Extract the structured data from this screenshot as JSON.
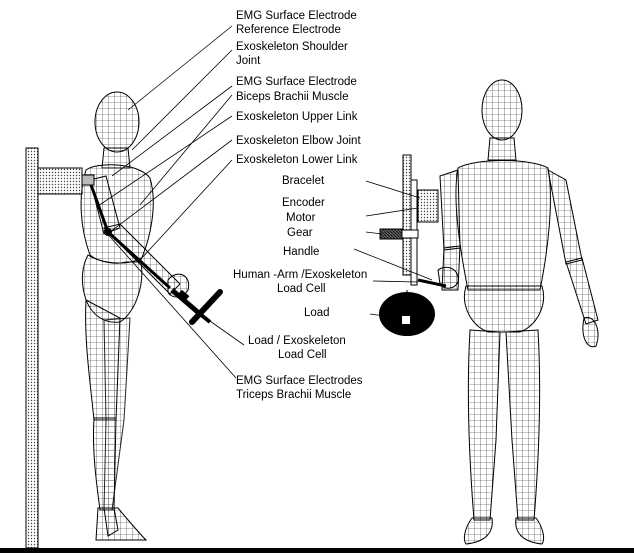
{
  "labels": {
    "emg_surface_electrode_1": "EMG Surface Electrode",
    "reference_electrode": "Reference Electrode",
    "exo_shoulder_joint_1": "Exoskeleton Shoulder",
    "exo_shoulder_joint_2": "Joint",
    "emg_surface_electrode_2": "EMG Surface Electrode",
    "biceps_brachii": "Biceps Brachii  Muscle",
    "exo_upper_link": "Exoskeleton Upper Link",
    "exo_elbow_joint": "Exoskeleton Elbow Joint",
    "exo_lower_link": "Exoskeleton Lower Link",
    "bracelet": "Bracelet",
    "encoder": "Encoder",
    "motor": "Motor",
    "gear": "Gear",
    "handle": "Handle",
    "human_arm_load_cell_1": "Human -Arm /Exoskeleton",
    "human_arm_load_cell_2": "Load Cell",
    "load": "Load",
    "load_exo_load_cell_1": "Load / Exoskeleton",
    "load_exo_load_cell_2": "Load Cell",
    "emg_triceps_1": "EMG Surface Electrodes",
    "emg_triceps_2": "Triceps Brachii  Muscle"
  },
  "colors": {
    "ink": "#000000",
    "mesh": "#222222",
    "frame_fill": "#d9d9d9",
    "background": "#ffffff"
  }
}
